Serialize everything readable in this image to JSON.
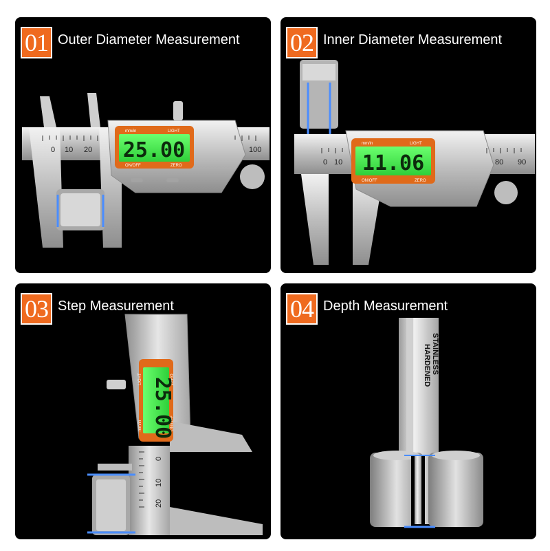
{
  "panels": [
    {
      "num": "01",
      "title": "Outer Diameter Measurement",
      "display": "25.00",
      "scale": [
        "0",
        "10",
        "20",
        "100"
      ],
      "unit": "mm/in",
      "light": "LIGHT",
      "onoff": "ON/OFF",
      "zero": "ZERO"
    },
    {
      "num": "02",
      "title": "Inner Diameter Measurement",
      "display": "11.06",
      "scale": [
        "0",
        "10",
        "80",
        "90"
      ],
      "unit": "mm/in",
      "light": "LIGHT",
      "onoff": "ON/OFF",
      "zero": "ZERO"
    },
    {
      "num": "03",
      "title": "Step Measurement",
      "display": "25.00",
      "scale": [
        "0",
        "10",
        "20"
      ],
      "unit": "mm/in",
      "light": "LIGHT",
      "onoff": "ON/OFF",
      "zero": "ZERO"
    },
    {
      "num": "04",
      "title": "Depth Measurement",
      "engraving": [
        "STAINLESS",
        "HARDENED"
      ]
    }
  ],
  "colors": {
    "badge": "#ef6a1f",
    "panel": "#000000",
    "lcd": "#3ef04a",
    "accent": "#e06a1a",
    "steel": "#c9c9c9",
    "glow": "#4a8dff"
  }
}
